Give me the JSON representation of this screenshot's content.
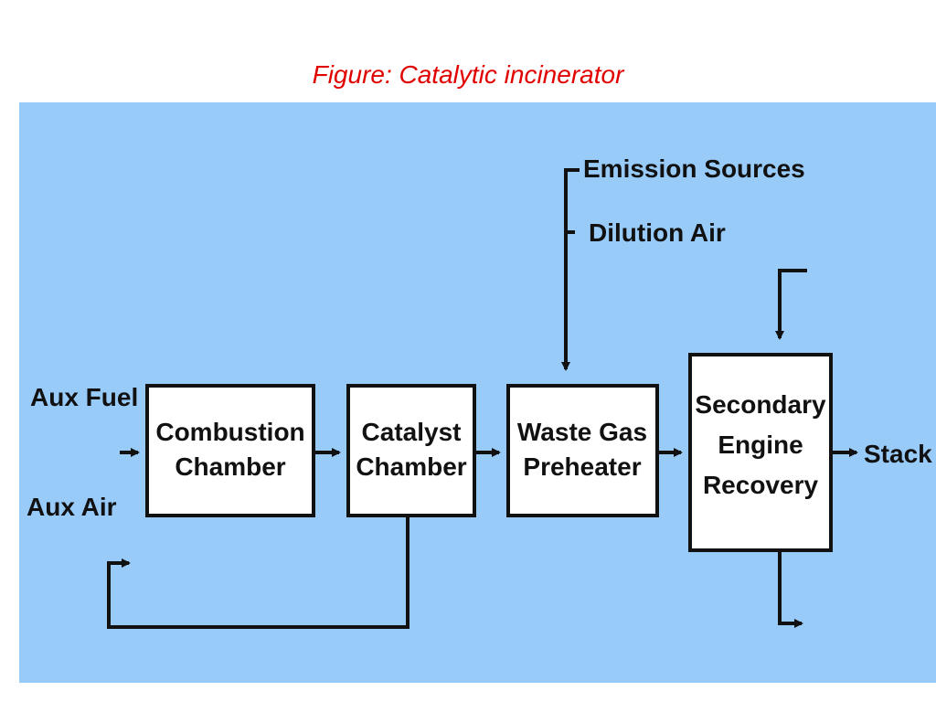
{
  "caption": "Figure: Catalytic incinerator",
  "colors": {
    "caption": "#e00000",
    "diagram_background": "#99cbf9",
    "box_fill": "#ffffff",
    "line": "#111111"
  },
  "inputs": {
    "aux_fuel": "Aux Fuel",
    "aux_air": "Aux Air",
    "emission_sources": "Emission Sources",
    "dilution_air": "Dilution Air"
  },
  "boxes": {
    "combustion": [
      "Combustion",
      "Chamber"
    ],
    "catalyst": [
      "Catalyst",
      "Chamber"
    ],
    "preheater": [
      "Waste Gas",
      "Preheater"
    ],
    "recovery": [
      "Secondary",
      "Engine",
      "Recovery"
    ]
  },
  "outputs": {
    "stack": "Stack"
  }
}
